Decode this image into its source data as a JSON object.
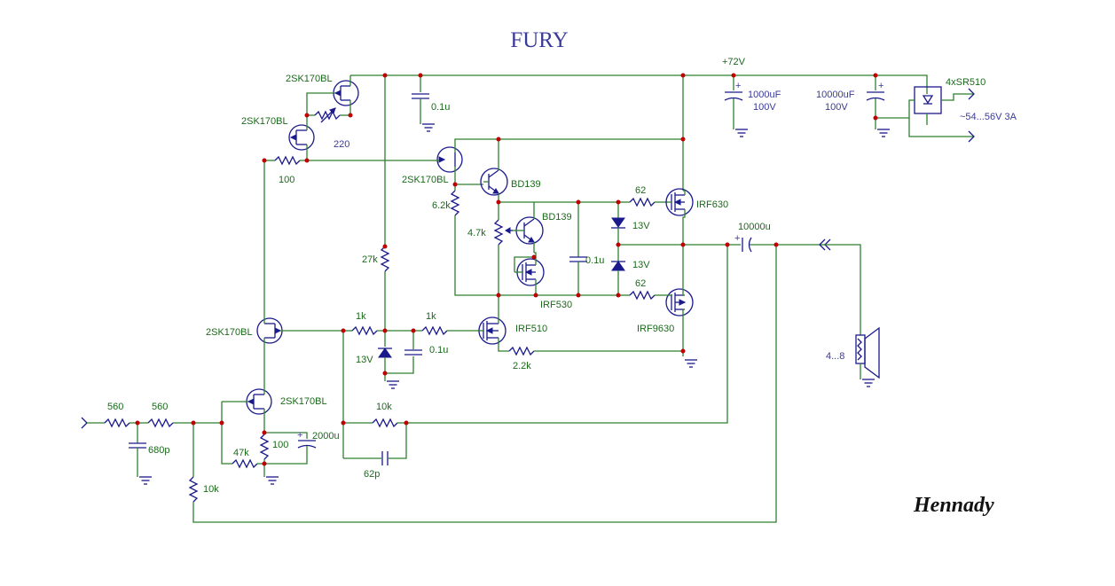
{
  "title": "FURY",
  "author": "Hennady",
  "supply": {
    "rail": "+72V",
    "cap_main": "1000uF",
    "cap_main_v": "100V",
    "cap_bulk": "10000uF",
    "cap_bulk_v": "100V",
    "rectifier": "4xSR510",
    "input_ac": "~54...56V 3A",
    "decoupling": "0.1u"
  },
  "input_stage": {
    "r1": "560",
    "r2": "560",
    "c_filter": "680p",
    "r_bias": "10k",
    "r_gate": "47k",
    "r_source": "100",
    "c_source": "2000u",
    "jfet": "2SK170BL"
  },
  "ccs": {
    "jfet_top": "2SK170BL",
    "jfet_mid": "2SK170BL",
    "trim": "220",
    "r_series": "100",
    "jfet_cascode": "2SK170BL",
    "jfet_driver": "2SK170BL"
  },
  "vas": {
    "r_load": "27k",
    "r_in": "1k",
    "r_in2": "1k",
    "zener": "13V",
    "c_bypass": "0.1u",
    "vas_fet": "IRF510",
    "r_emitter": "2.2k",
    "feedback_r": "10k",
    "feedback_c": "62p"
  },
  "bias": {
    "r_bias": "6.2k",
    "pot": "4.7k",
    "transistor1": "BD139",
    "transistor2": "BD139",
    "fet": "IRF530",
    "c_bias": "0.1u"
  },
  "output": {
    "r_gate_top": "62",
    "r_gate_bottom": "62",
    "zener_top": "13V",
    "zener_bottom": "13V",
    "fet_top": "IRF630",
    "fet_bottom": "IRF9630",
    "c_out": "10000u",
    "speaker": "4...8"
  }
}
